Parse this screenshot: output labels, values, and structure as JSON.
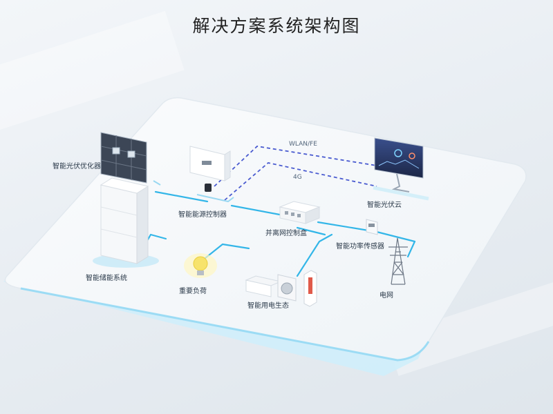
{
  "title": "解决方案系统架构图",
  "components": {
    "optimizer": "智能光伏优化器",
    "inverter": "智能能源控制器",
    "cloud": "智能光伏云",
    "grid_box": "并离网控制盒",
    "sensor": "智能功率传感器",
    "storage": "智能储能系统",
    "load": "重要负荷",
    "ecosystem": "智能用电生态",
    "grid": "电网"
  },
  "links": {
    "wlan": "WLAN/FE",
    "g4": "4G"
  },
  "colors": {
    "power_line": "#33b6e8",
    "comm_line": "#4a5bd0",
    "platform_edge": "#7fd3f3"
  }
}
